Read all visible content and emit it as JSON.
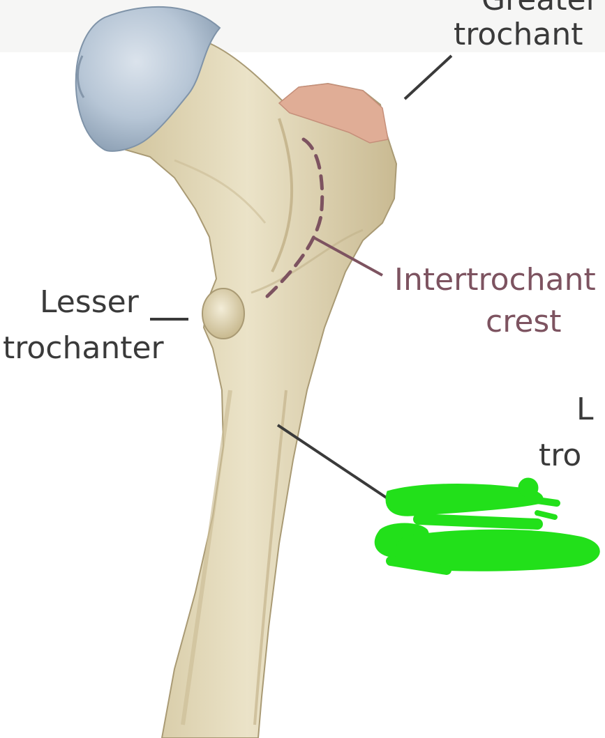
{
  "labels": {
    "greater_trochanter_line1": "Greater",
    "greater_trochanter_line2": "trochant",
    "lesser_trochanter_line1": "Lesser",
    "lesser_trochanter_line2": "trochanter",
    "intertrochanteric_crest_line1": "Intertrochant",
    "intertrochanteric_crest_line2": "crest",
    "linea_line1": "L",
    "linea_line2": "tro"
  },
  "colors": {
    "bone": "#e2d8ba",
    "bone_shadow": "#c3b48e",
    "cartilage": "#b9c7d6",
    "greater_trochanter_patch": "#e0ad96",
    "crest_label": "#7d5360",
    "label_text": "#3a3a3a",
    "scribble": "#22e01a"
  },
  "icons": [
    "green-scribble-redaction"
  ]
}
